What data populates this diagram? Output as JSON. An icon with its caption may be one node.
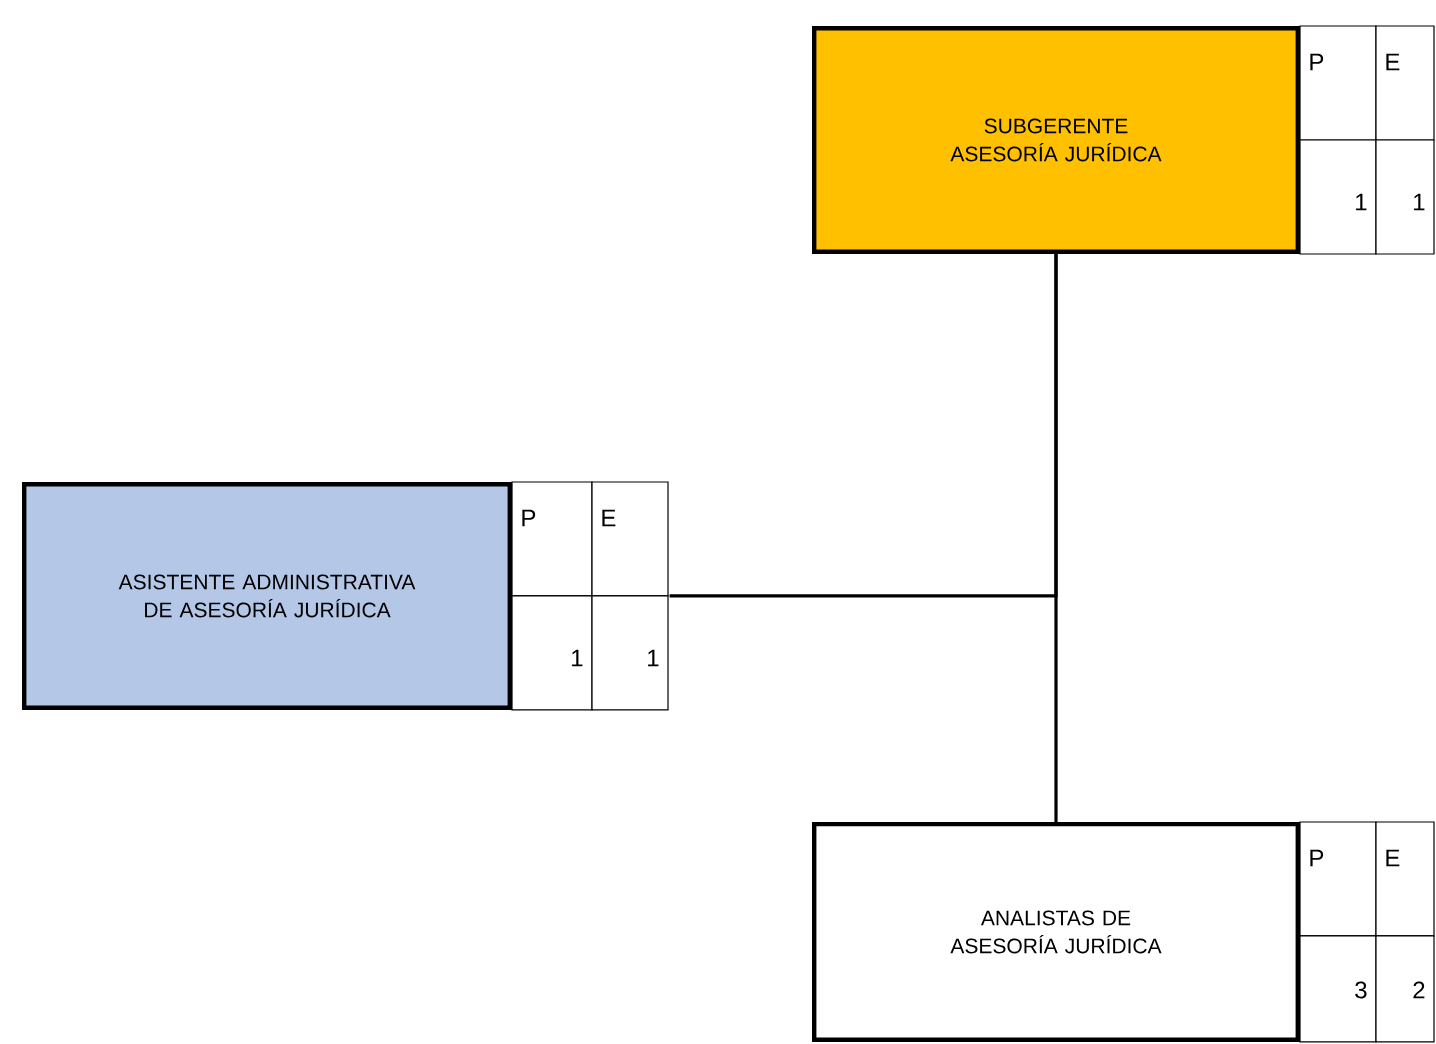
{
  "diagram": {
    "nodes": [
      {
        "text": [
          "SUBGERENTE  ASESORÍA JURÍDICA"
        ]
      },
      {
        "text": [
          "ASISTENTE ADMINISTRATIVA DE ASESORÍA JURÍDICA"
        ]
      },
      {
        "text": [
          "ANALISTAS DE ASESORÍA JURÍDICA"
        ]
      }
    ],
    "edges": [
      {
        "from": 0,
        "to": 2,
        "arrow": "none"
      },
      {
        "from": 0,
        "to": 1,
        "arrow": "none"
      }
    ],
    "labels": [
      "P",
      "E",
      "1",
      "1",
      "P",
      "E",
      "1",
      "1",
      "P",
      "E",
      "3",
      "2"
    ]
  }
}
